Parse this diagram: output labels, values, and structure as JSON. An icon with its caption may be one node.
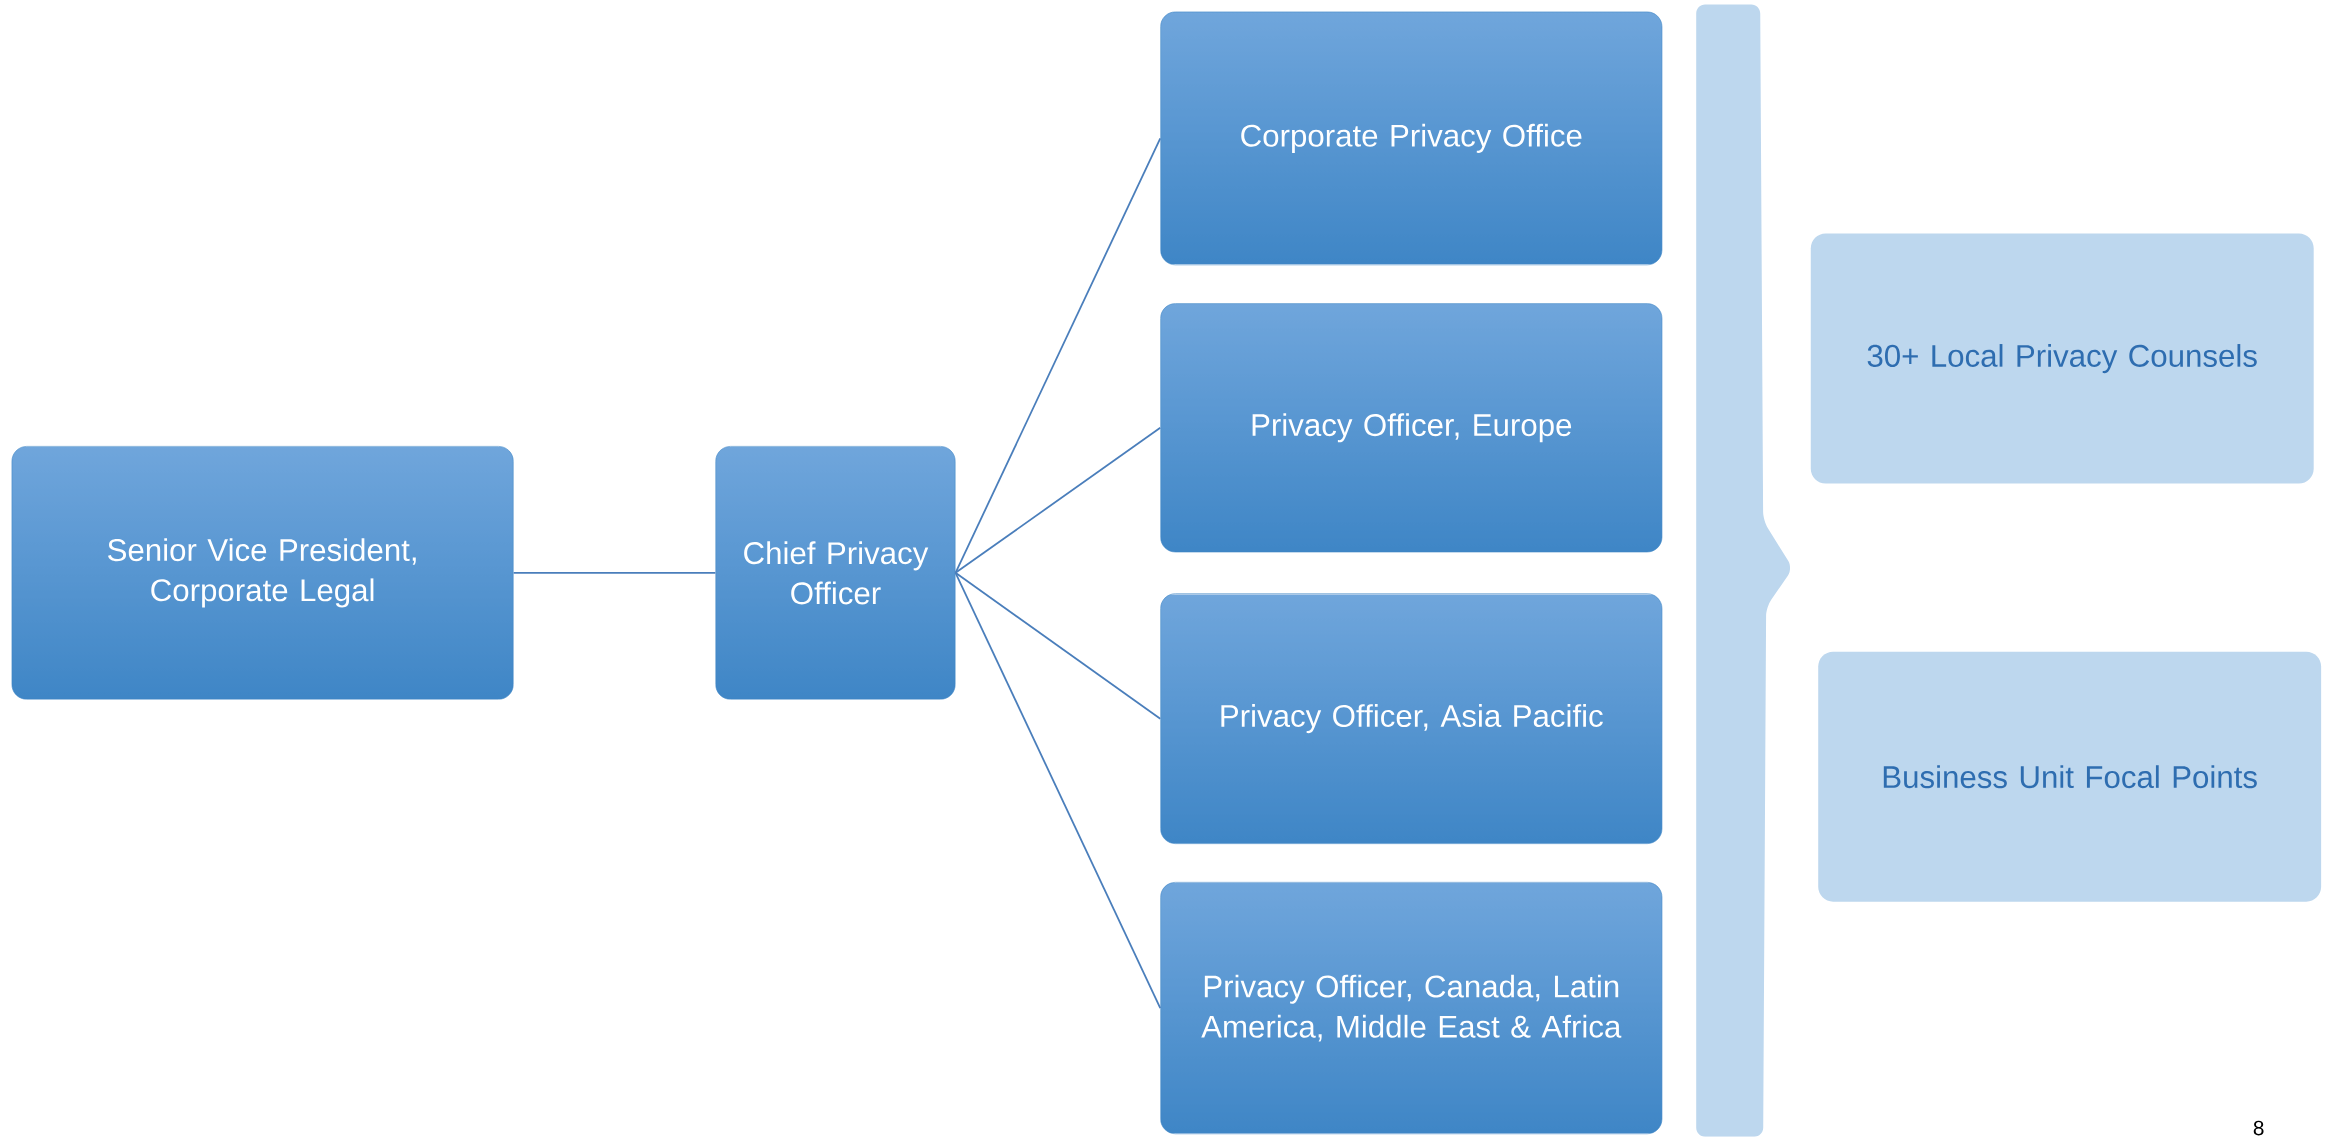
{
  "diagram": {
    "nodes": [
      {
        "text": [
          "Senior Vice President, Corporate Legal"
        ]
      },
      {
        "text": [
          "Chief Privacy Officer"
        ]
      },
      {
        "text": [
          "Corporate Privacy Office"
        ]
      },
      {
        "text": [
          "Privacy Officer, Europe"
        ]
      },
      {
        "text": [
          "Privacy Officer, Asia Pacific"
        ]
      },
      {
        "text": [
          "Privacy Officer, Canada, Latin America, Middle East & Africa"
        ]
      },
      {
        "text": [
          "30+ Local Privacy Counsels"
        ]
      },
      {
        "text": [
          "Business Unit Focal Points"
        ]
      }
    ],
    "edges": [
      {
        "from": 0,
        "to": 1,
        "arrow": "none"
      },
      {
        "from": 1,
        "to": 2,
        "arrow": "none"
      },
      {
        "from": 1,
        "to": 3,
        "arrow": "none"
      },
      {
        "from": 1,
        "to": 4,
        "arrow": "none"
      },
      {
        "from": 1,
        "to": 5,
        "arrow": "none"
      }
    ],
    "labels": [
      "8"
    ]
  }
}
